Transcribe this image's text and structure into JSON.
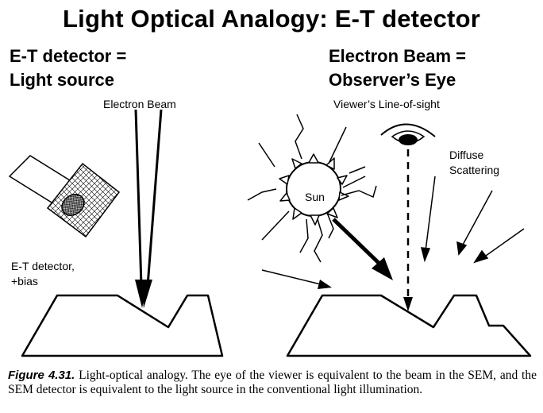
{
  "title": "Light Optical Analogy: E-T detector",
  "left_heading": {
    "line1": "E-T detector =",
    "line2": "Light source"
  },
  "right_heading": {
    "line1": "Electron Beam =",
    "line2": "Observer’s Eye"
  },
  "labels": {
    "electron_beam": "Electron Beam",
    "et_detector_line1": "E-T detector,",
    "et_detector_line2": "+bias",
    "viewers_line_of_sight": "Viewer’s Line-of-sight",
    "diffuse_line1": "Diffuse",
    "diffuse_line2": "Scattering",
    "sun": "Sun"
  },
  "caption": {
    "figure_label": "Figure 4.31.",
    "text": " Light-optical analogy. The eye of the viewer is equivalent to the beam in the SEM, and the SEM detector is equivalent to the light source in the conventional light illumination."
  }
}
